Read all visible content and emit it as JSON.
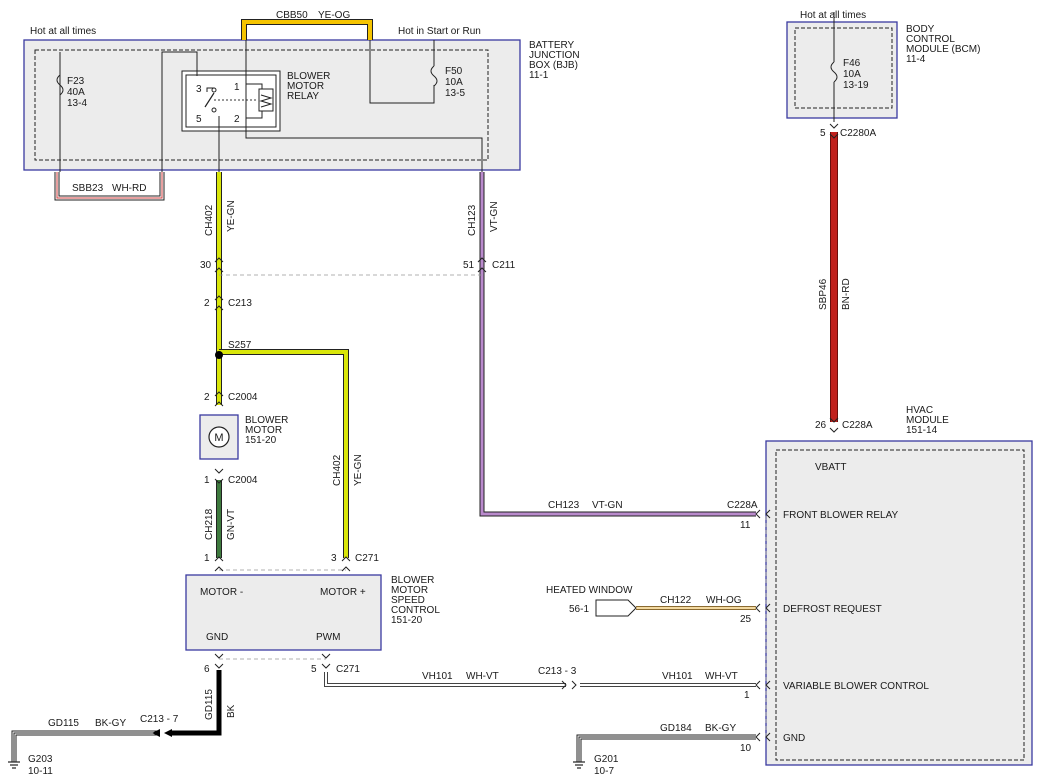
{
  "labels": {
    "hot_all_times_left": "Hot at all times",
    "hot_all_times_right": "Hot at all times",
    "hot_start_run": "Hot in Start or Run",
    "cbb50": "CBB50",
    "cbb50_color": "YE-OG",
    "bjb_1": "BATTERY",
    "bjb_2": "JUNCTION",
    "bjb_3": "BOX (BJB)",
    "bjb_4": "11-1",
    "f23_1": "F23",
    "f23_2": "40A",
    "f23_3": "13-4",
    "f50_1": "F50",
    "f50_2": "10A",
    "f50_3": "13-5",
    "relay_1": "BLOWER",
    "relay_2": "MOTOR",
    "relay_3": "RELAY",
    "pin3": "3",
    "pin1": "1",
    "pin5": "5",
    "pin2": "2",
    "sbb23": "SBB23",
    "sbb23_color": "WH-RD",
    "bcm_1": "BODY",
    "bcm_2": "CONTROL",
    "bcm_3": "MODULE (BCM)",
    "bcm_4": "11-4",
    "f46_1": "F46",
    "f46_2": "10A",
    "f46_3": "13-19",
    "pin_c2280a": "5",
    "c2280a": "C2280A",
    "sbp46": "SBP46",
    "sbp46_color": "BN-RD",
    "ch402_top": "CH402",
    "ch402_top_color": "YE-GN",
    "ch123_top": "CH123",
    "ch123_top_color": "VT-GN",
    "pin30": "30",
    "pin51": "51",
    "c211": "C211",
    "pin2_c213": "2",
    "c213": "C213",
    "s257": "S257",
    "pin2_c2004": "2",
    "c2004_top": "C2004",
    "motor_symbol": "M",
    "motor_1": "BLOWER",
    "motor_2": "MOTOR",
    "motor_3": "151-20",
    "pin1_c2004": "1",
    "c2004_bot": "C2004",
    "ch218": "CH218",
    "ch218_color": "GN-VT",
    "ch402_mid": "CH402",
    "ch402_mid_color": "YE-GN",
    "pin1_c271": "1",
    "pin3_c271": "3",
    "c271_top": "C271",
    "bmsc_1": "BLOWER",
    "bmsc_2": "MOTOR",
    "bmsc_3": "SPEED",
    "bmsc_4": "CONTROL",
    "bmsc_5": "151-20",
    "motor_minus": "MOTOR -",
    "motor_plus": "MOTOR +",
    "gnd": "GND",
    "pwm": "PWM",
    "pin6": "6",
    "pin5_c271": "5",
    "c271_bot": "C271",
    "gd115_v": "GD115",
    "gd115_v_color": "BK",
    "gd115": "GD115",
    "gd115_color": "BK-GY",
    "c213_7": "C213 - 7",
    "g203": "G203",
    "g203_ref": "10-11",
    "vh101_a": "VH101",
    "vh101_a_color": "WH-VT",
    "c213_3": "C213 - 3",
    "vh101_b": "VH101",
    "vh101_b_color": "WH-VT",
    "ch123_bot": "CH123",
    "ch123_bot_color": "VT-GN",
    "c228a_side": "C228A",
    "pin11": "11",
    "heated_window": "HEATED WINDOW",
    "hw_ref": "56-1",
    "ch122": "CH122",
    "ch122_color": "WH-OG",
    "pin25": "25",
    "pin1_hvac": "1",
    "gd184": "GD184",
    "gd184_color": "BK-GY",
    "pin10": "10",
    "g201": "G201",
    "g201_ref": "10-7",
    "pin26": "26",
    "c228a_top": "C228A",
    "hvac_1": "HVAC",
    "hvac_2": "MODULE",
    "hvac_3": "151-14",
    "vbatt": "VBATT",
    "front_blower_relay": "FRONT BLOWER RELAY",
    "defrost_request": "DEFROST REQUEST",
    "variable_blower_control": "VARIABLE BLOWER CONTROL",
    "gnd_hvac": "GND"
  },
  "colors": {
    "box_border": "#3a3aa0",
    "box_fill": "#ececec",
    "wire_ye_gn": "#d9e60a",
    "wire_ye_og": "#f5c400",
    "wire_vt_gn": "#9b59b6",
    "wire_bn_rd": "#c0201c",
    "wire_gn_vt": "#3e7a3e",
    "wire_bk": "#000000",
    "wire_wh_rd": "#d04040",
    "wire_wh_og": "#e8a030",
    "wire_wh_vt": "#8a6aa0"
  }
}
